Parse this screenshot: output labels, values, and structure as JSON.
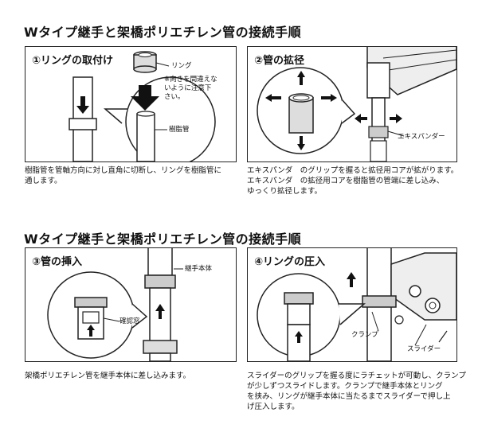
{
  "section_titles": [
    "Wタイプ継手と架橋ポリエチレン管の接続手順",
    "Wタイプ継手と架橋ポリエチレン管の接続手順"
  ],
  "steps": [
    {
      "label": "①リングの取付け",
      "tags": {
        "ring": "リング",
        "note": "※向きを間違えな\nいように注意下\nさい。",
        "pipe": "樹脂管"
      },
      "caption": "樹脂管を管軸方向に対し直角に切断し、リングを樹脂管に\n通します。"
    },
    {
      "label": "②管の拡径",
      "tags": {
        "expander": "エキスパンダー"
      },
      "caption": "エキスパンダ　のグリップを握ると拡径用コアが拡がります。\nエキスパンダ　の拡径用コアを樹脂管の管端に差し込み、\nゆっくり拡径します。"
    },
    {
      "label": "③管の挿入",
      "tags": {
        "body": "継手本体",
        "window": "確認窓"
      },
      "caption": "架橋ポリエチレン管を継手本体に差し込みます。"
    },
    {
      "label": "④リングの圧入",
      "tags": {
        "clamp": "クランプ",
        "slider": "スライダー"
      },
      "caption": "スライダーのグリップを握る度にラチェットが可動し、クランプ\nが少しずつスライドします。クランプで継手本体とリング\nを挟み、リングが継手本体に当たるまでスライダーで押し上\nげ圧入します。"
    }
  ]
}
